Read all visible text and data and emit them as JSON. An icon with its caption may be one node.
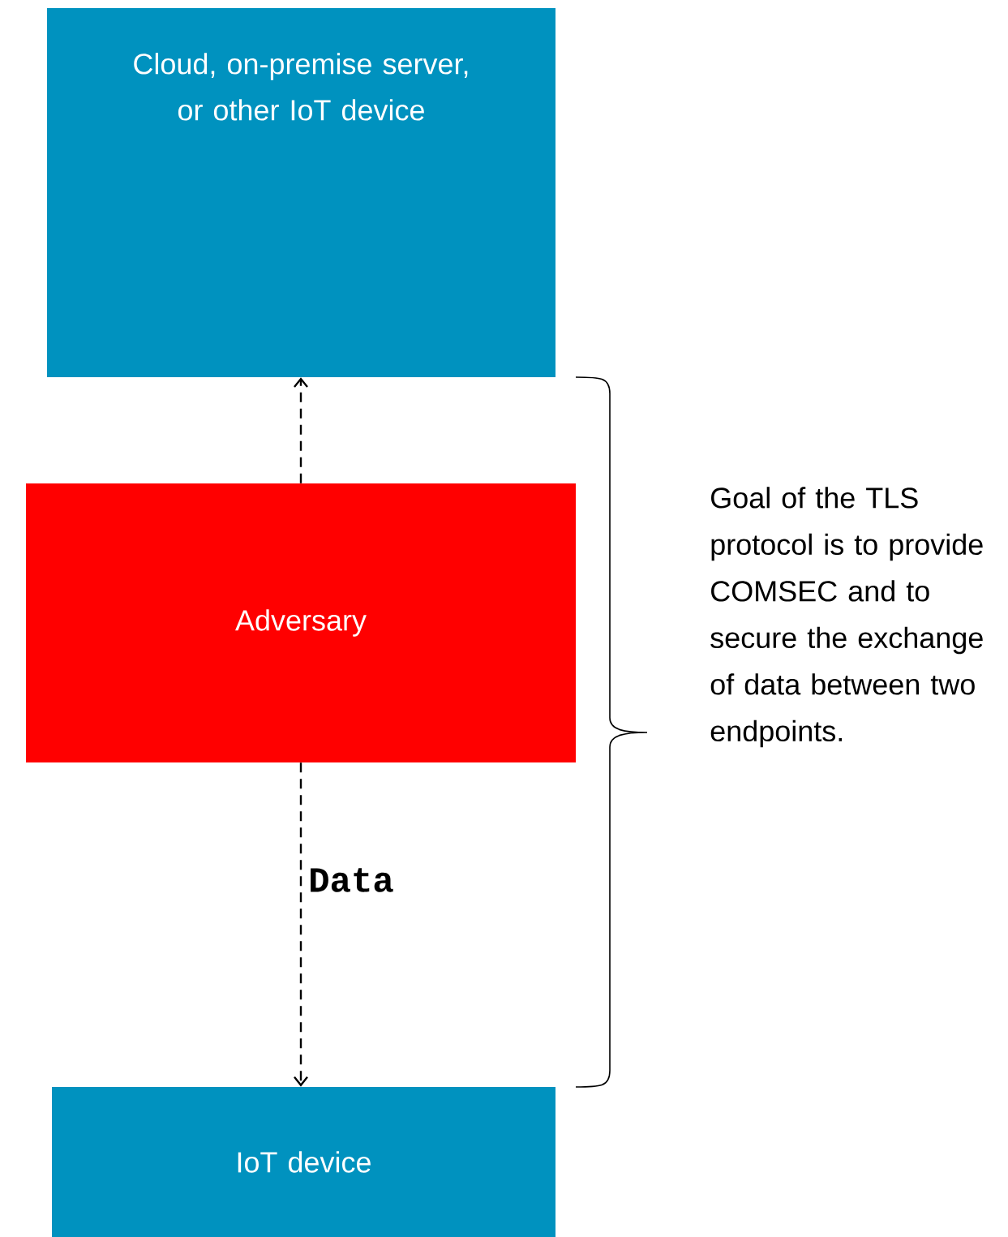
{
  "diagram": {
    "nodes": [
      {
        "text": [
          "Cloud, on-premise server, or other IoT device"
        ]
      },
      {
        "text": [
          "Adversary"
        ]
      },
      {
        "text": [
          "IoT device"
        ]
      }
    ],
    "edges": [
      {
        "from": 1,
        "to": 0,
        "arrow": "to",
        "style": "dashed"
      },
      {
        "from": 1,
        "to": 2,
        "arrow": "to",
        "style": "dashed",
        "label": "Data"
      }
    ],
    "labels": [
      "Goal of the TLS protocol is to provide COMSEC and to secure the exchange of data between two endpoints."
    ]
  }
}
